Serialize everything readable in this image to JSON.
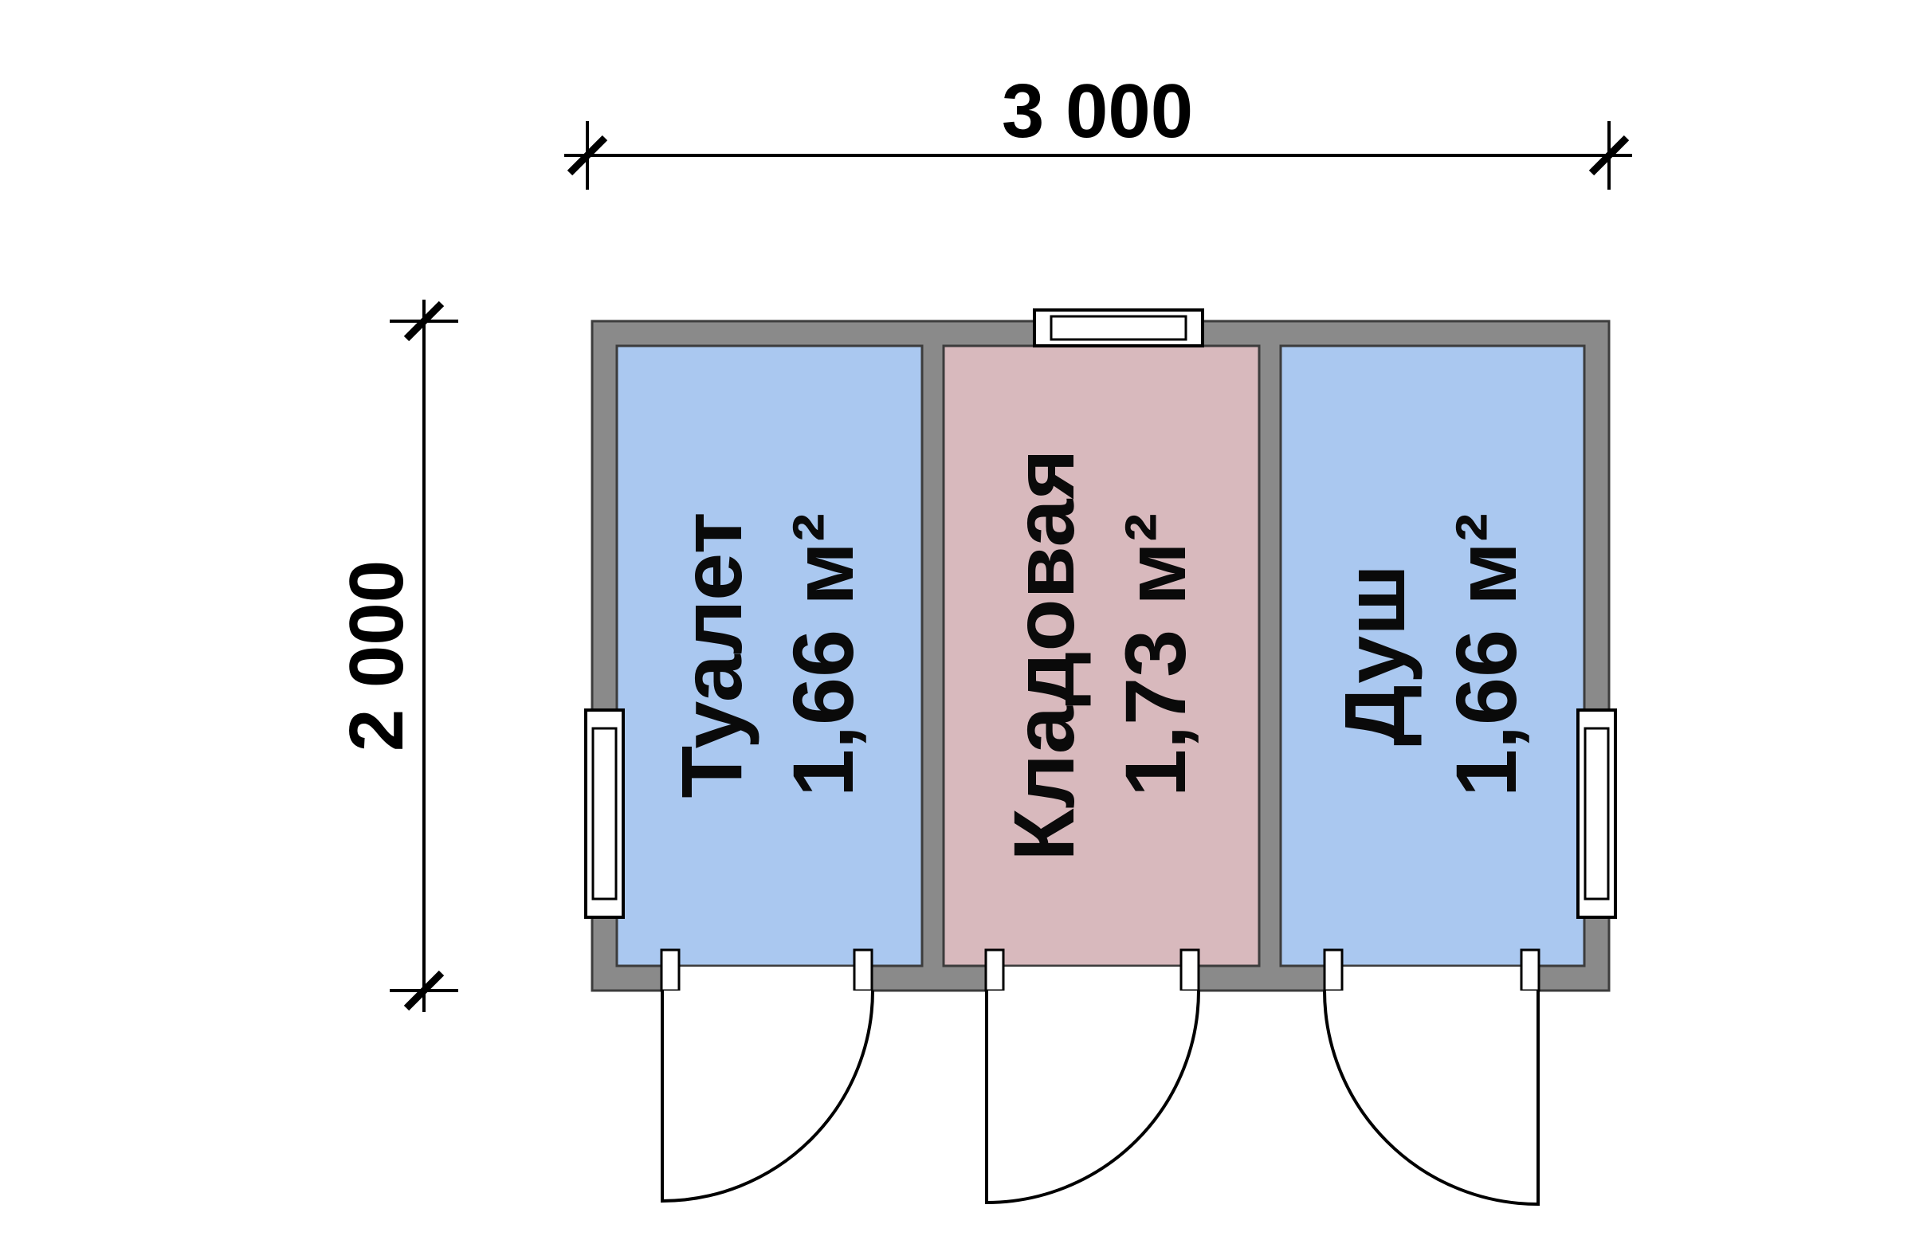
{
  "dimensions": {
    "width_label": "3 000",
    "height_label": "2 000"
  },
  "rooms": [
    {
      "name": "Туалет",
      "area": "1,66 м²",
      "fill": "#aac8f0"
    },
    {
      "name": "Кладовая",
      "area": "1,73 м²",
      "fill": "#d8b9bd"
    },
    {
      "name": "Душ",
      "area": "1,66 м²",
      "fill": "#aac8f0"
    }
  ],
  "colors": {
    "wall": "#8a8a8a",
    "outline": "#3c3c3c",
    "room_blue": "#aac8f0",
    "room_pink": "#d8b9bd",
    "line": "#000000"
  }
}
